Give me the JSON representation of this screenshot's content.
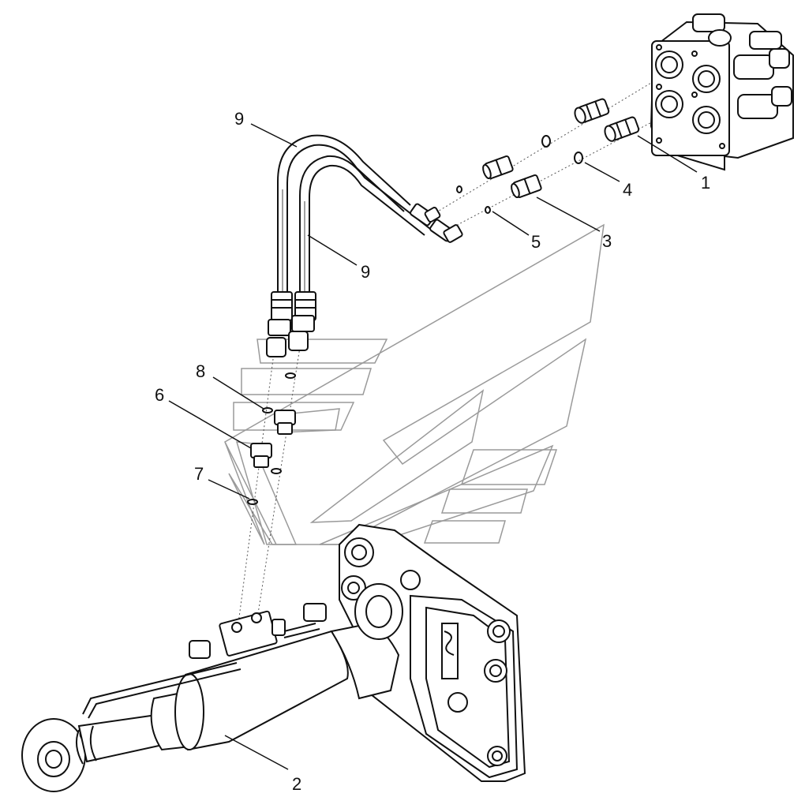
{
  "callouts": [
    {
      "id": "c1",
      "label": "1"
    },
    {
      "id": "c2",
      "label": "2"
    },
    {
      "id": "c3",
      "label": "3"
    },
    {
      "id": "c4",
      "label": "4"
    },
    {
      "id": "c5",
      "label": "5"
    },
    {
      "id": "c6",
      "label": "6"
    },
    {
      "id": "c7",
      "label": "7"
    },
    {
      "id": "c8",
      "label": "8"
    },
    {
      "id": "c9a",
      "label": "9"
    },
    {
      "id": "c9b",
      "label": "9"
    }
  ],
  "colors": {
    "line": "#111111",
    "watermark": "#9a9a9a",
    "dotted": "#555555",
    "background": "#ffffff"
  }
}
